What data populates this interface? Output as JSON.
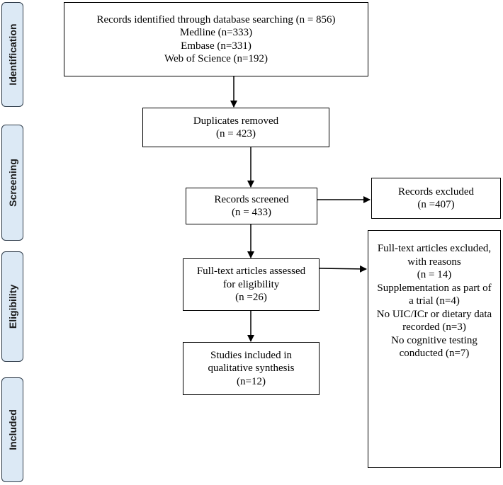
{
  "phases": {
    "identification": "Identification",
    "screening": "Screening",
    "eligibility": "Eligibility",
    "included": "Included"
  },
  "boxes": {
    "identified": {
      "lines": [
        "Records identified through database searching (n = 856)",
        "Medline (n=333)",
        "Embase (n=331)",
        "Web of Science (n=192)"
      ]
    },
    "duplicates": {
      "lines": [
        "Duplicates removed",
        "(n = 423)"
      ]
    },
    "screened": {
      "lines": [
        "Records screened",
        "(n = 433)"
      ]
    },
    "excluded": {
      "lines": [
        "Records excluded",
        "(n =407)"
      ]
    },
    "fulltext": {
      "lines": [
        "Full-text articles assessed",
        "for eligibility",
        "(n =26)"
      ]
    },
    "fulltext_excluded": {
      "lines": [
        "Full-text articles excluded,",
        "with reasons",
        "(n = 14)",
        "Supplementation as part of",
        "a trial (n=4)",
        "No UIC/ICr or dietary data",
        "recorded (n=3)",
        "No cognitive testing",
        "conducted (n=7)"
      ]
    },
    "included": {
      "lines": [
        "Studies included in",
        "qualitative synthesis",
        "(n=12)"
      ]
    }
  },
  "colors": {
    "tab_fill": "#dce9f5",
    "tab_border": "#2f3c4a",
    "box_border": "#000000"
  }
}
